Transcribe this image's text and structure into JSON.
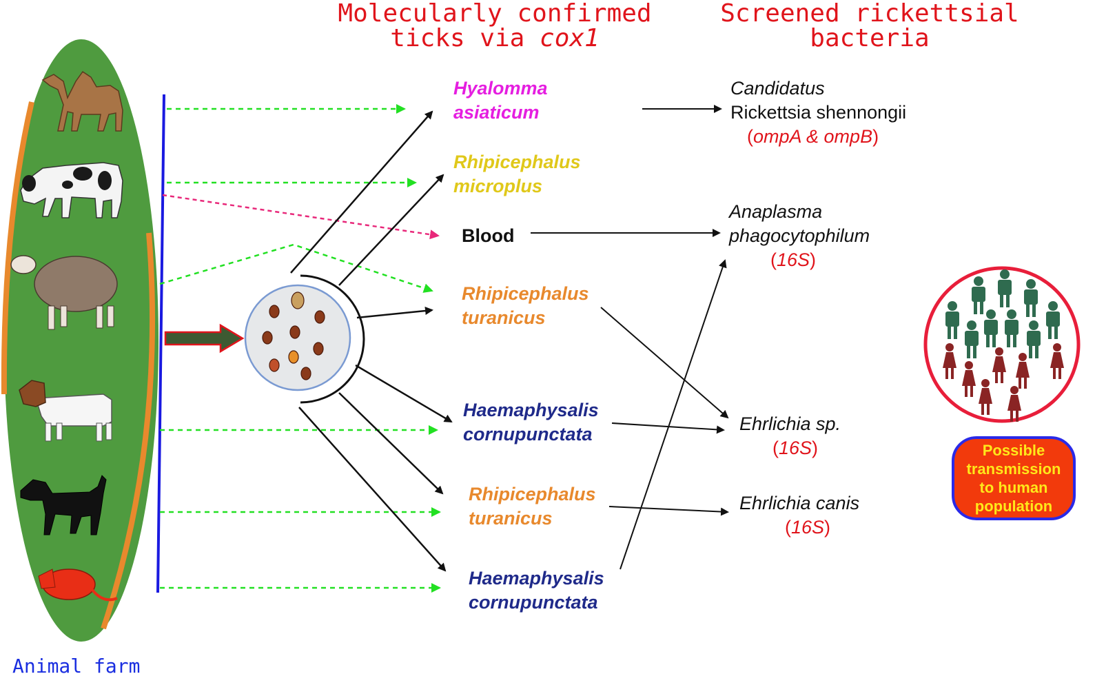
{
  "headers": {
    "ticks_line1": "Molecularly confirmed",
    "ticks_line2_a": "ticks via ",
    "ticks_line2_b": "cox1",
    "bacteria_line1": "Screened rickettsial",
    "bacteria_line2": "bacteria"
  },
  "farm_label": "Animal farm",
  "animals": [
    "camel-icon",
    "cow-icon",
    "sheep-icon",
    "goat-icon",
    "dog-icon",
    "rat-icon"
  ],
  "ticks": [
    {
      "line1": "Hyalomma",
      "line2": "asiaticum",
      "color": "#e51ee0"
    },
    {
      "line1": "Rhipicephalus",
      "line2": "microplus",
      "color": "#e0c81a"
    },
    {
      "line1": "Rhipicephalus",
      "line2": "turanicus",
      "color": "#e8892d"
    },
    {
      "line1": "Haemaphysalis",
      "line2": "cornupunctata",
      "color": "#1f2a8a"
    },
    {
      "line1": "Rhipicephalus",
      "line2": "turanicus",
      "color": "#e8892d"
    },
    {
      "line1": "Haemaphysalis",
      "line2": "cornupunctata",
      "color": "#1f2a8a"
    }
  ],
  "blood_label": "Blood",
  "bacteria": {
    "b1_line1": "Candidatus",
    "b1_line2": "Rickettsia shennongii",
    "b1_gene_open": "(",
    "b1_gene": "ompA & ompB",
    "b1_gene_close": ")",
    "b2_line1": "Anaplasma",
    "b2_line2": "phagocytophilum",
    "b2_gene_open": "(",
    "b2_gene": "16S",
    "b2_gene_close": ")",
    "b3_line1": "Ehrlichia sp.",
    "b3_gene_open": "(",
    "b3_gene": "16S",
    "b3_gene_close": ")",
    "b4_line1": "Ehrlichia canis",
    "b4_gene_open": "(",
    "b4_gene": "16S",
    "b4_gene_close": ")"
  },
  "transmission": {
    "line1": "Possible",
    "line2": "transmission",
    "line3": "to human",
    "line4": "population"
  },
  "colors": {
    "farm_green": "#4f9b3f",
    "edge_orange": "#e8892d",
    "bar_blue": "#1a1ae0",
    "green_dash": "#22e022",
    "pink_dash": "#e8287a",
    "header_red": "#e0141b",
    "people_green": "#2f6b4f",
    "people_red": "#8a2424",
    "circle_red": "#e81e3a"
  }
}
